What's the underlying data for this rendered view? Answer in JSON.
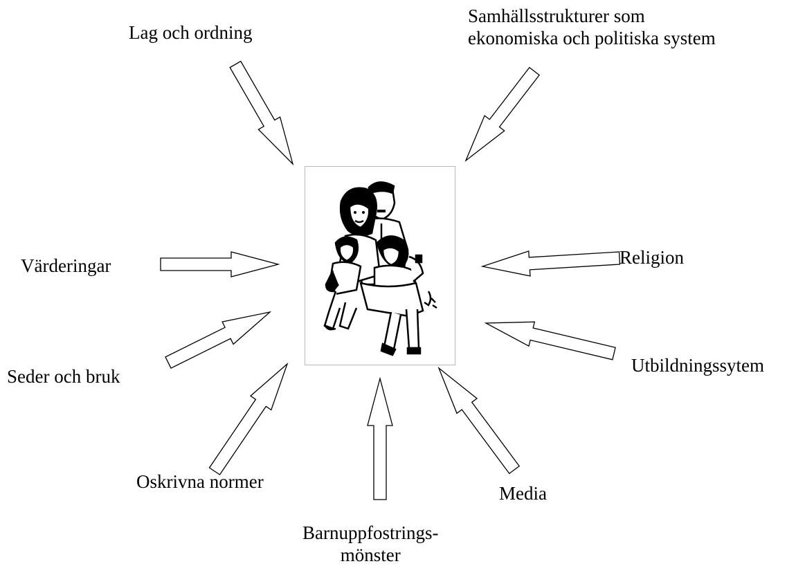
{
  "diagram": {
    "center_image": {
      "icon": "family-illustration-icon"
    },
    "influences": {
      "law_and_order": "Lag och ordning",
      "social_structures_line1": "Samhällsstrukturer som",
      "social_structures_line2": "ekonomiska och politiska system",
      "values": "Värderingar",
      "religion": "Religion",
      "customs": "Seder och bruk",
      "education": "Utbildningssytem",
      "unwritten_norms": "Oskrivna normer",
      "media": "Media",
      "parenting_line1": "Barnuppfostrings-",
      "parenting_line2": "mönster"
    }
  }
}
